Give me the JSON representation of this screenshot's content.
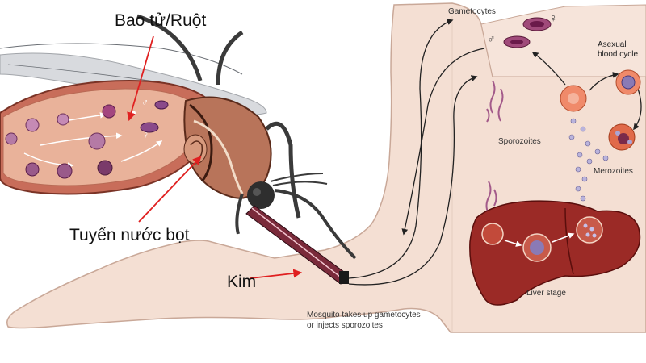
{
  "labels": {
    "spores_gut": "Bao tử/Ruột",
    "salivary_gland": "Tuyến nước bọt",
    "needle": "Kim"
  },
  "diagram": {
    "gametocytes": "Gametocytes",
    "asexual_line1": "Asexual",
    "asexual_line2": "blood cycle",
    "sporozoites": "Sporozoites",
    "merozoites": "Merozoites",
    "liver_stage": "Liver stage",
    "caption_line1": "Mosquito takes up gametocytes",
    "caption_line2": "or injects sporozoites",
    "male_symbol": "♂",
    "female_symbol": "♀"
  },
  "colors": {
    "skin": "#f4dfd3",
    "skin_outline": "#c9a898",
    "mosquito_dark": "#3a3a3a",
    "gut": "#e9b29a",
    "parasite": "#9a5a8a",
    "liver": "#9b2a26",
    "red_cell": "#e07a5c",
    "arrow_red": "#e02020"
  }
}
